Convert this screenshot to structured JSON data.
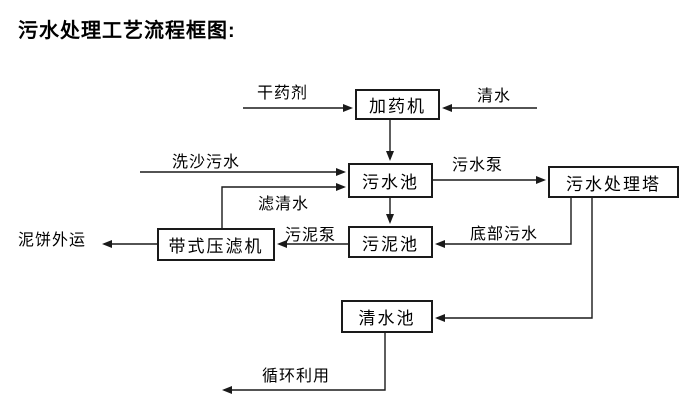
{
  "title": "污水处理工艺流程框图:",
  "diagram": {
    "nodes": [
      {
        "id": "dosing-machine",
        "label": "加药机"
      },
      {
        "id": "sewage-pool",
        "label": "污水池"
      },
      {
        "id": "treatment-tower",
        "label": "污水处理塔"
      },
      {
        "id": "sludge-pool",
        "label": "污泥池"
      },
      {
        "id": "belt-filter-press",
        "label": "带式压滤机"
      },
      {
        "id": "clean-water-pool",
        "label": "清水池"
      }
    ],
    "labels": [
      {
        "id": "dry-agent",
        "text": "干药剂"
      },
      {
        "id": "clean-water",
        "text": "清水"
      },
      {
        "id": "sand-wash",
        "text": "洗沙污水"
      },
      {
        "id": "sewage-pump",
        "text": "污水泵"
      },
      {
        "id": "filtered",
        "text": "滤清水"
      },
      {
        "id": "sludge-pump",
        "text": "污泥泵"
      },
      {
        "id": "bottom-sewage",
        "text": "底部污水"
      },
      {
        "id": "mud-cake",
        "text": "泥饼外运"
      },
      {
        "id": "recycle",
        "text": "循环利用"
      }
    ],
    "edges": [
      {
        "from": "干药剂",
        "to": "加药机"
      },
      {
        "from": "清水",
        "to": "加药机"
      },
      {
        "from": "加药机",
        "to": "污水池"
      },
      {
        "from": "洗沙污水",
        "to": "污水池"
      },
      {
        "from": "带式压滤机",
        "to": "污水池",
        "label": "滤清水"
      },
      {
        "from": "污水池",
        "to": "污水处理塔",
        "label": "污水泵"
      },
      {
        "from": "污水池",
        "to": "污泥池"
      },
      {
        "from": "污水处理塔",
        "to": "污泥池",
        "label": "底部污水"
      },
      {
        "from": "污泥池",
        "to": "带式压滤机",
        "label": "污泥泵"
      },
      {
        "from": "带式压滤机",
        "to": "泥饼外运"
      },
      {
        "from": "污水处理塔",
        "to": "清水池"
      },
      {
        "from": "清水池",
        "to": "循环利用"
      }
    ]
  },
  "colors": {
    "line": "#1a1a1a",
    "text": "#000000",
    "background": "#ffffff"
  }
}
